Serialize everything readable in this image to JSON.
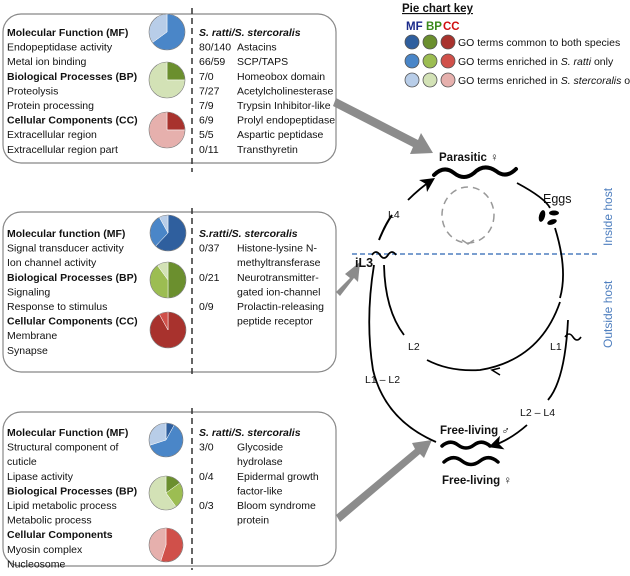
{
  "colors": {
    "mf": {
      "common": "#2f5f9e",
      "ratti": "#4a86c8",
      "stercoralis": "#b8cde8"
    },
    "bp": {
      "common": "#6b8f2e",
      "ratti": "#9cbd52",
      "stercoralis": "#d3e2b6"
    },
    "cc": {
      "common": "#a8322d",
      "ratti": "#d0504a",
      "stercoralis": "#e6b0ad"
    },
    "arrow": "#8c8c8c",
    "host_line": "#4f7fbf"
  },
  "key": {
    "title": "Pie chart key",
    "mf": "MF",
    "bp": "BP",
    "cc": "CC",
    "rows": [
      {
        "pre": "GO terms common to both species",
        "em": "",
        "post": ""
      },
      {
        "pre": "GO terms enriched in ",
        "em": "S. ratti",
        "post": "  only"
      },
      {
        "pre": "GO terms enriched in ",
        "em": "S. stercoralis",
        "post": "  on"
      }
    ]
  },
  "panels": [
    {
      "go_lines": [
        {
          "text": "Molecular Function (MF)",
          "bold": true
        },
        {
          "text": "Endopeptidase activity"
        },
        {
          "text": "Metal ion binding"
        },
        {
          "text": "Biological Processes (BP)",
          "bold": true
        },
        {
          "text": "Proteolysis"
        },
        {
          "text": "Protein processing"
        },
        {
          "text": "Cellular Components (CC)",
          "bold": true
        },
        {
          "text": "Extracellular region"
        },
        {
          "text": "Extracellular region part"
        }
      ],
      "pies": {
        "mf": {
          "common": 0,
          "ratti": 0.65,
          "stercoralis": 0.35
        },
        "bp": {
          "common": 0.25,
          "ratti": 0,
          "stercoralis": 0.75
        },
        "cc": {
          "common": 0.25,
          "ratti": 0,
          "stercoralis": 0.75
        }
      },
      "header": "S. ratti/S. stercoralis",
      "families": [
        {
          "ratio": "80/140",
          "name": "Astacins"
        },
        {
          "ratio": "66/59",
          "name": "SCP/TAPS"
        },
        {
          "ratio": "7/0",
          "name": "Homeobox domain"
        },
        {
          "ratio": "7/27",
          "name": "Acetylcholinesterase"
        },
        {
          "ratio": "7/9",
          "name": "Trypsin Inhibitor-like"
        },
        {
          "ratio": "6/9",
          "name": "Prolyl endopeptidase"
        },
        {
          "ratio": "5/5",
          "name": "Aspartic peptidase"
        },
        {
          "ratio": "0/11",
          "name": "Transthyretin"
        }
      ]
    },
    {
      "go_lines": [
        {
          "text": "Molecular function (MF)",
          "bold": true
        },
        {
          "text": "Signal transducer activity"
        },
        {
          "text": "Ion channel activity"
        },
        {
          "text": "Biological Processes (BP)",
          "bold": true
        },
        {
          "text": "Signaling"
        },
        {
          "text": "Response to stimulus"
        },
        {
          "text": "Cellular Components (CC)",
          "bold": true
        },
        {
          "text": "Membrane"
        },
        {
          "text": "Synapse"
        }
      ],
      "pies": {
        "mf": {
          "common": 0.62,
          "ratti": 0.3,
          "stercoralis": 0.08
        },
        "bp": {
          "common": 0.5,
          "ratti": 0.4,
          "stercoralis": 0.1
        },
        "cc": {
          "common": 0.92,
          "ratti": 0.08,
          "stercoralis": 0
        }
      },
      "header": "S.ratti/S. stercoralis",
      "families": [
        {
          "ratio": "0/37",
          "name": "Histone-lysine N-",
          "name2": "methyltransferase"
        },
        {
          "ratio": "0/21",
          "name": "Neurotransmitter-",
          "name2": "gated ion-channel"
        },
        {
          "ratio": "0/9",
          "name": "Prolactin-releasing",
          "name2": "peptide receptor"
        }
      ]
    },
    {
      "go_lines": [
        {
          "text": "Molecular Function (MF)",
          "bold": true
        },
        {
          "text": "Structural component of"
        },
        {
          "text": "cuticle"
        },
        {
          "text": "Lipase activity"
        },
        {
          "text": "Biological Processes (BP)",
          "bold": true
        },
        {
          "text": "Lipid metabolic process"
        },
        {
          "text": "Metabolic process"
        },
        {
          "text": "Cellular Components",
          "bold": true
        },
        {
          "text": "Myosin complex"
        },
        {
          "text": "Nucleosome"
        }
      ],
      "pies": {
        "mf": {
          "common": 0.08,
          "ratti": 0.62,
          "stercoralis": 0.3
        },
        "bp": {
          "common": 0.15,
          "ratti": 0.25,
          "stercoralis": 0.6
        },
        "cc": {
          "common": 0,
          "ratti": 0.55,
          "stercoralis": 0.45
        }
      },
      "header": "S. ratti/S. stercoralis",
      "families": [
        {
          "ratio": "3/0",
          "name": "Glycoside",
          "name2": "hydrolase"
        },
        {
          "ratio": "0/4",
          "name": "Epidermal growth",
          "name2": "factor-like"
        },
        {
          "ratio": "0/3",
          "name": "Bloom syndrome",
          "name2": "protein"
        }
      ]
    }
  ],
  "lifecycle": {
    "parasitic_female": "Parasitic ♀",
    "eggs": "Eggs",
    "il3": "iL3",
    "l4": "L4",
    "l2": "L2",
    "l1": "L1",
    "l1_l2": "L1 – L2",
    "l2_l4": "L2 – L4",
    "free_living_male": "Free-living ♂",
    "free_living_female": "Free-living ♀",
    "inside_host": "Inside host",
    "outside_host": "Outside host"
  }
}
